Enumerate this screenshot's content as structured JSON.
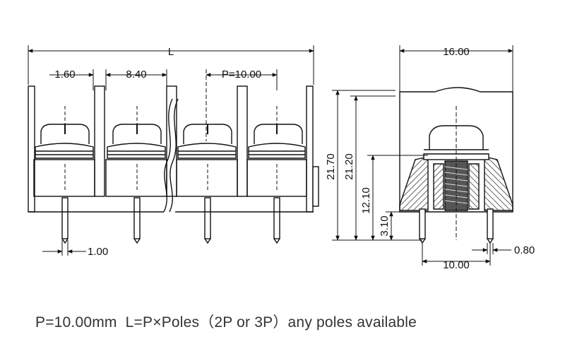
{
  "front_view": {
    "dims": {
      "length": "L",
      "offset": "1.60",
      "gap": "8.40",
      "pitch": "P=10.00",
      "pin_width": "1.00"
    }
  },
  "side_view": {
    "dims": {
      "width": "16.00",
      "total_height": "21.70",
      "body_height": "21.20",
      "mid_height": "12.10",
      "pin_height": "3.10",
      "pin_spacing": "10.00",
      "pin_width": "0.80"
    }
  },
  "caption": "P=10.00mm  L=P×Poles（2P or 3P）any poles available"
}
